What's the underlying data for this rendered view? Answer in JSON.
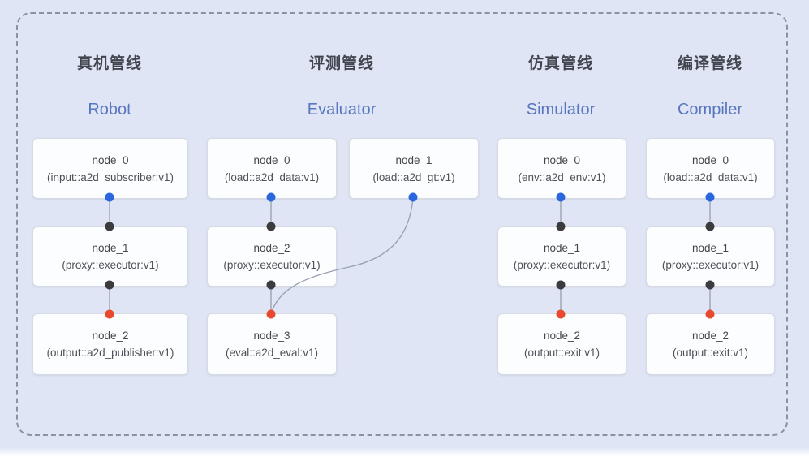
{
  "figure": {
    "kind": "pipeline-diagram"
  },
  "colors": {
    "background": "#dfe5f4",
    "frame_dash": "#8a92a1",
    "node_fill": "#fcfdfe",
    "node_border": "#d7dae1",
    "edge": "#98a0b1",
    "port_blue": "#2b66de",
    "port_black": "#3c3c3e",
    "port_red": "#e8492f",
    "title_zh": "#40454f",
    "title_en": "#5877c0"
  },
  "pipelines": [
    {
      "title_zh": "真机管线",
      "title_en": "Robot",
      "nodes": [
        {
          "name": "node_0",
          "type": "(input::a2d_subscriber:v1)"
        },
        {
          "name": "node_1",
          "type": "(proxy::executor:v1)"
        },
        {
          "name": "node_2",
          "type": "(output::a2d_publisher:v1)"
        }
      ]
    },
    {
      "title_zh": "评测管线",
      "title_en": "Evaluator",
      "nodes": [
        {
          "name": "node_0",
          "type": "(load::a2d_data:v1)"
        },
        {
          "name": "node_1",
          "type": "(load::a2d_gt:v1)"
        },
        {
          "name": "node_2",
          "type": "(proxy::executor:v1)"
        },
        {
          "name": "node_3",
          "type": "(eval::a2d_eval:v1)"
        }
      ]
    },
    {
      "title_zh": "仿真管线",
      "title_en": "Simulator",
      "nodes": [
        {
          "name": "node_0",
          "type": "(env::a2d_env:v1)"
        },
        {
          "name": "node_1",
          "type": "(proxy::executor:v1)"
        },
        {
          "name": "node_2",
          "type": "(output::exit:v1)"
        }
      ]
    },
    {
      "title_zh": "编译管线",
      "title_en": "Compiler",
      "nodes": [
        {
          "name": "node_0",
          "type": "(load::a2d_data:v1)"
        },
        {
          "name": "node_1",
          "type": "(proxy::executor:v1)"
        },
        {
          "name": "node_2",
          "type": "(output::exit:v1)"
        }
      ]
    }
  ],
  "edges": [
    {
      "from": "robot.node_0",
      "to": "robot.node_1"
    },
    {
      "from": "robot.node_1",
      "to": "robot.node_2"
    },
    {
      "from": "evaluator.node_0",
      "to": "evaluator.node_2"
    },
    {
      "from": "evaluator.node_1",
      "to": "evaluator.node_3"
    },
    {
      "from": "evaluator.node_2",
      "to": "evaluator.node_3"
    },
    {
      "from": "simulator.node_0",
      "to": "simulator.node_1"
    },
    {
      "from": "simulator.node_1",
      "to": "simulator.node_2"
    },
    {
      "from": "compiler.node_0",
      "to": "compiler.node_1"
    },
    {
      "from": "compiler.node_1",
      "to": "compiler.node_2"
    }
  ]
}
